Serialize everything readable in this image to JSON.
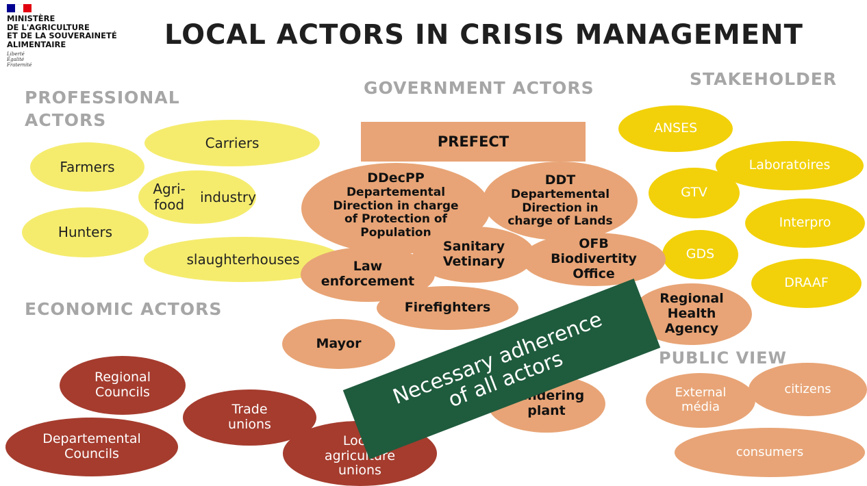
{
  "logo": {
    "ministry_lines": [
      "MINISTÈRE",
      "DE L'AGRICULTURE",
      "ET DE LA SOUVERAINETÉ",
      "ALIMENTAIRE"
    ],
    "motto_lines": [
      "Liberté",
      "Égalité",
      "Fraternité"
    ],
    "flag_colors": [
      "#000091",
      "#ffffff",
      "#e1000f"
    ]
  },
  "title": "LOCAL ACTORS IN CRISIS MANAGEMENT",
  "categories": {
    "professional": [
      "PROFESSIONAL",
      "ACTORS"
    ],
    "government": "GOVERNMENT ACTORS",
    "stakeholder": "STAKEHOLDER",
    "economic": "ECONOMIC ACTORS",
    "public_view": "PUBLIC VIEW"
  },
  "professional_actors": {
    "farmers": "Farmers",
    "carriers": "Carriers",
    "agrifood": [
      "Agri-food",
      "industry"
    ],
    "hunters": "Hunters",
    "slaughterhouses": "slaughterhouses"
  },
  "government_actors": {
    "prefect": "PREFECT",
    "ddecpp": [
      "DDecPP",
      "Departemental",
      "Direction in charge",
      "of Protection of",
      "Population"
    ],
    "ddt": [
      "DDT",
      "Departemental",
      "Direction in",
      "charge of Lands"
    ],
    "sanitary": [
      "Sanitary",
      "Vetinary"
    ],
    "ofb": [
      "OFB",
      "Biodivertity",
      "Office"
    ],
    "law": [
      "Law",
      "enforcement"
    ],
    "firefighters": "Firefighters",
    "mayor": "Mayor",
    "health_agency": [
      "Regional",
      "Health",
      "Agency"
    ],
    "rendering": [
      "Rendering",
      "plant"
    ]
  },
  "stakeholders": {
    "anses": "ANSES",
    "laboratoires": "Laboratoires",
    "gtv": "GTV",
    "interpro": "Interpro",
    "gds": "GDS",
    "draaf": "DRAAF"
  },
  "economic_actors": {
    "regional_councils": [
      "Regional",
      "Councils"
    ],
    "trade_unions": [
      "Trade",
      "unions"
    ],
    "departemental_councils": [
      "Departemental",
      "Councils"
    ],
    "local_unions": [
      "Local",
      "agriculture",
      "unions"
    ]
  },
  "public_view": {
    "external_media": [
      "External",
      "média"
    ],
    "citizens": "citizens",
    "consumers": "consumers"
  },
  "banner": [
    "Necessary adherence",
    "of all actors"
  ],
  "colors": {
    "professional_fill": "#f5ec6e",
    "stakeholder_fill": "#f2d10a",
    "government_fill": "#e8a476",
    "economic_fill": "#a53c2e",
    "banner_fill": "#1f5b3d",
    "category_text": "#a6a6a6"
  }
}
